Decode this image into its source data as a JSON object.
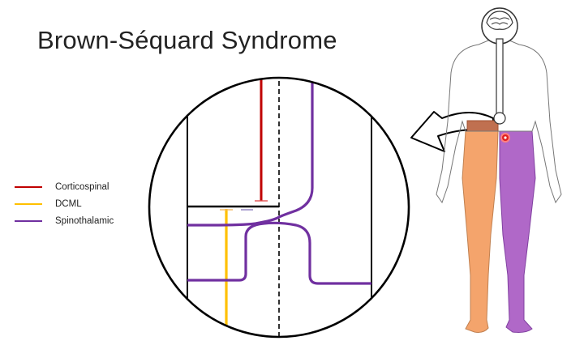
{
  "title": "Brown-Séquard Syndrome",
  "legend": [
    {
      "label": "Corticospinal",
      "color": "#c00000"
    },
    {
      "label": "DCML",
      "color": "#ffc000"
    },
    {
      "label": "Spinothalamic",
      "color": "#7030a0"
    }
  ],
  "colors": {
    "ipsilateral_leg": "#f4a46c",
    "contralateral_leg": "#b068c8",
    "lesion_band": "#c07050",
    "lesion_marker": "#e02020"
  },
  "icons": [
    "magnified-cord-circle",
    "arrow-icon",
    "human-body-figure"
  ]
}
